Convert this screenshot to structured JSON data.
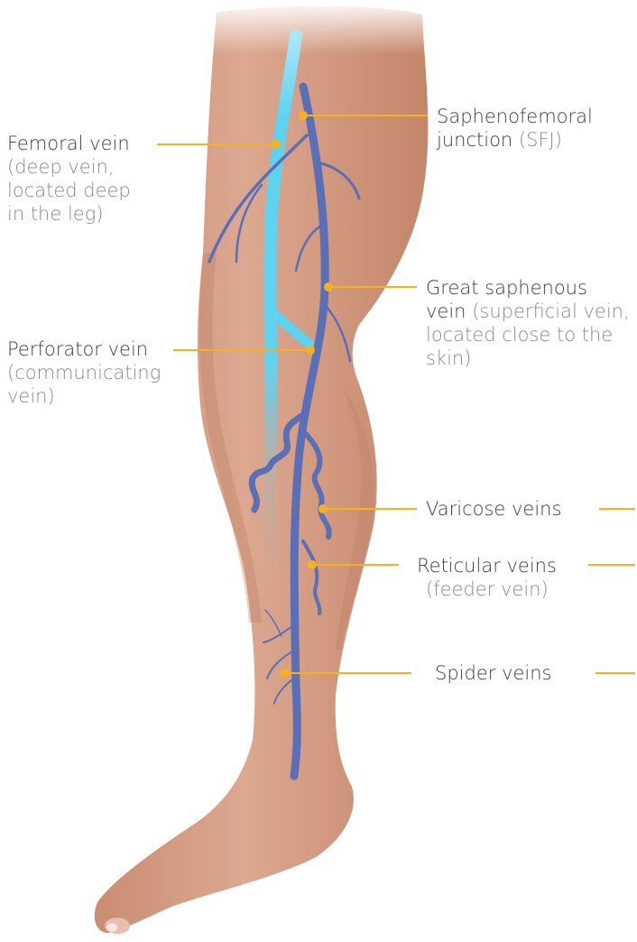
{
  "labels": {
    "femoral": {
      "title": "Femoral vein",
      "desc": [
        "(deep vein,",
        "located deep",
        "in the leg)"
      ]
    },
    "sfj": {
      "title1": "Saphenofemoral",
      "title2": "junction",
      "abbr": "(SFJ)"
    },
    "gsv": {
      "title1": "Great saphenous",
      "title2": "vein",
      "desc1": "(superficial vein,",
      "desc2": "located close to the",
      "desc3": "skin)"
    },
    "perforator": {
      "title": "Perforator vein",
      "desc": [
        "(communicating",
        "vein)"
      ]
    },
    "varicose": {
      "title": "Varicose veins"
    },
    "reticular": {
      "title": "Reticular veins",
      "desc": "(feeder vein)"
    },
    "spider": {
      "title": "Spider veins"
    }
  },
  "colors": {
    "skin": "#d9a58a",
    "skin_shadow": "#b97d62",
    "deep_vein": "#5fd2f0",
    "superficial_vein": "#5a6fb5",
    "leader": "#f5b21e"
  }
}
